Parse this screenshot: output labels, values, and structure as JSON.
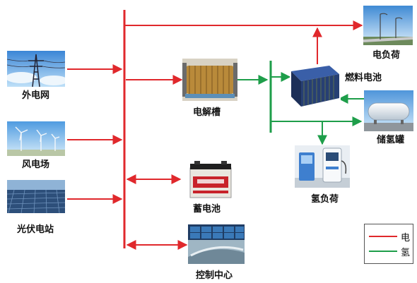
{
  "colors": {
    "electric": "#e0282c",
    "hydrogen": "#1e9e4a",
    "bus": "#e0282c"
  },
  "nodes": {
    "grid": {
      "label": "外电网",
      "icon": "power-tower"
    },
    "wind": {
      "label": "风电场",
      "icon": "wind-turbine"
    },
    "solar": {
      "label": "光伏电站",
      "icon": "solar-panel"
    },
    "electrolyzer": {
      "label": "电解槽",
      "icon": "electrolyzer"
    },
    "battery": {
      "label": "蓄电池",
      "icon": "battery"
    },
    "control": {
      "label": "控制中心",
      "icon": "control-room"
    },
    "fuel_cell": {
      "label": "燃料电池",
      "icon": "fuel-cell-stack"
    },
    "electric_load": {
      "label": "电负荷",
      "icon": "street-light"
    },
    "hydrogen_storage": {
      "label": "储氢罐",
      "icon": "hydrogen-tank"
    },
    "hydrogen_load": {
      "label": "氢负荷",
      "icon": "hydrogen-station"
    }
  },
  "legend": {
    "electric_label": "电",
    "hydrogen_label": "氢"
  }
}
